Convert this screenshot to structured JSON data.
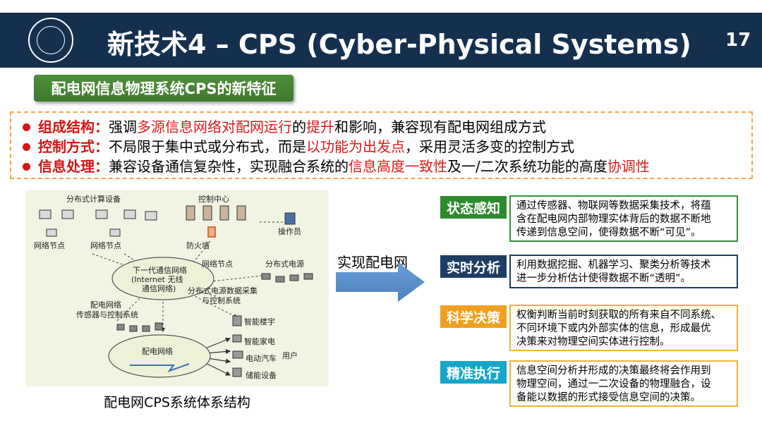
{
  "header": {
    "title": "新技术4 – CPS (Cyber-Physical Systems)",
    "page_number": "17",
    "background": "#15304f"
  },
  "section": {
    "title": "配电网信息物理系统CPS的新特征"
  },
  "features": [
    {
      "label": "组成结构：",
      "parts": [
        {
          "text": "强调",
          "hl": false
        },
        {
          "text": "多源信息网络对配网运行",
          "hl": true
        },
        {
          "text": "的",
          "hl": false
        },
        {
          "text": "提升",
          "hl": true
        },
        {
          "text": "和影响，兼容现有配电网组成方式",
          "hl": false
        }
      ]
    },
    {
      "label": "控制方式：",
      "parts": [
        {
          "text": "不局限于集中式或分布式，而是",
          "hl": false
        },
        {
          "text": "以功能为出发点",
          "hl": true
        },
        {
          "text": "，采用灵活多变的控制方式",
          "hl": false
        }
      ]
    },
    {
      "label": "信息处理：",
      "parts": [
        {
          "text": "兼容设备通信复杂性，实现融合系统的",
          "hl": false
        },
        {
          "text": "信息高度一致性",
          "hl": true
        },
        {
          "text": "及一/二次系统功能的高度",
          "hl": false
        },
        {
          "text": "协调性",
          "hl": true
        }
      ]
    }
  ],
  "diagram": {
    "caption": "配电网CPS系统体系结构",
    "labels": {
      "dist_computing": "分布式计算设备",
      "control_center": "控制中心",
      "operator": "操作员",
      "network_node": "网络节点",
      "firewall": "防火墙",
      "comm_network": [
        "下一代通信网络",
        "(Internet 无线",
        "通信网络)"
      ],
      "dist_power": "分布式电源",
      "dist_power_ctrl": [
        "分布式电源数据采集",
        "与控制系统"
      ],
      "sensor_ctrl": [
        "配电网络",
        "传感器与控制系统"
      ],
      "smart_building": "智能楼宇",
      "smart_appliance": "智能家电",
      "user": "用户",
      "ev": "电动汽车",
      "storage": "储能设备",
      "dist_network": "配电网络"
    }
  },
  "arrow_label": "实现配电网",
  "cards": [
    {
      "tag": "状态感知",
      "tag_color": "#2d8a2d",
      "border_color": "#3a8f3a",
      "lines": [
        "通过传感器、物联网等数据采集技术，将蕴",
        "含在配电网内部物理实体背后的数据不断地",
        "传递到信息空间，使得数据不断“可见”。"
      ]
    },
    {
      "tag": "实时分析",
      "tag_color": "#1c3e64",
      "border_color": "#1c3e64",
      "lines": [
        "利用数据挖掘、机器学习、聚类分析等技术",
        "进一步分析估计使得数据不断“透明”。"
      ]
    },
    {
      "tag": "科学决策",
      "tag_color": "#f0a020",
      "border_color": "#f0b330",
      "lines": [
        "权衡判断当前时刻获取的所有来自不同系统、",
        "不同环境下或内外部实体的信息，形成最优",
        "决策来对物理空间实体进行控制。"
      ]
    },
    {
      "tag": "精准执行",
      "tag_color": "#18a6c8",
      "border_color": "#f0b330",
      "lines": [
        "信息空间分析并形成的决策最终将会作用到",
        "物理空间，通过一二次设备的物理融合，设",
        "备能以数据的形式接受信息空间的决策。"
      ]
    }
  ]
}
